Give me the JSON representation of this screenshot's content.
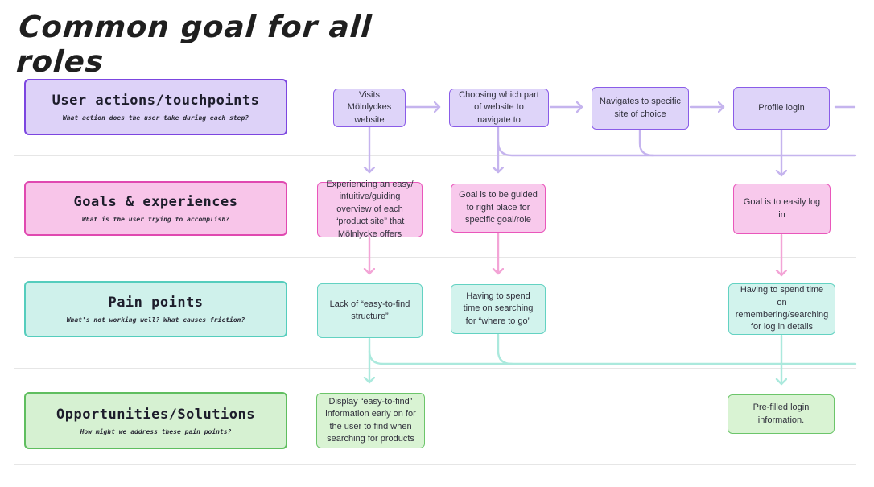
{
  "title": "Common goal for all roles",
  "colors": {
    "purple_fill": "#ddd2f8",
    "purple_border": "#7c46e0",
    "pink_fill": "#f8c5e9",
    "pink_border": "#e049b0",
    "teal_fill": "#cff1eb",
    "teal_border": "#55cdbd",
    "green_fill": "#d6f1d2",
    "green_border": "#5fbe5f",
    "arrow_lavender": "#c5b4ee",
    "arrow_pink": "#f3a4d6",
    "arrow_teal": "#abe9dd",
    "separator_gray": "#e6e6e6"
  },
  "rows": {
    "actions": {
      "title": "User actions/touchpoints",
      "subtitle": "What action does the user take during each step?"
    },
    "goals": {
      "title": "Goals & experiences",
      "subtitle": "What is the user trying to accomplish?"
    },
    "pains": {
      "title": "Pain points",
      "subtitle": "What's not working well? What causes friction?"
    },
    "opportunities": {
      "title": "Opportunities/Solutions",
      "subtitle": "How might we address these pain points?"
    }
  },
  "cells": {
    "actions": [
      "Visits Mölnlyckes website",
      "Choosing which part of website to navigate to",
      "Navigates to specific site of choice",
      "Profile login"
    ],
    "goals": [
      "Experiencing an easy/ intuitive/guiding overview of each “product site” that Mölnlycke offers",
      "Goal is to be guided to right place for specific goal/role",
      "Goal is to easily log in"
    ],
    "pains": [
      "Lack of “easy-to-find structure”",
      "Having to spend time on searching for “where to go”",
      "Having to spend time on remembering/searching for log in details"
    ],
    "opportunities": [
      "Display “easy-to-find” information early on for the user to find when searching for products",
      "Pre-filled login information."
    ]
  }
}
